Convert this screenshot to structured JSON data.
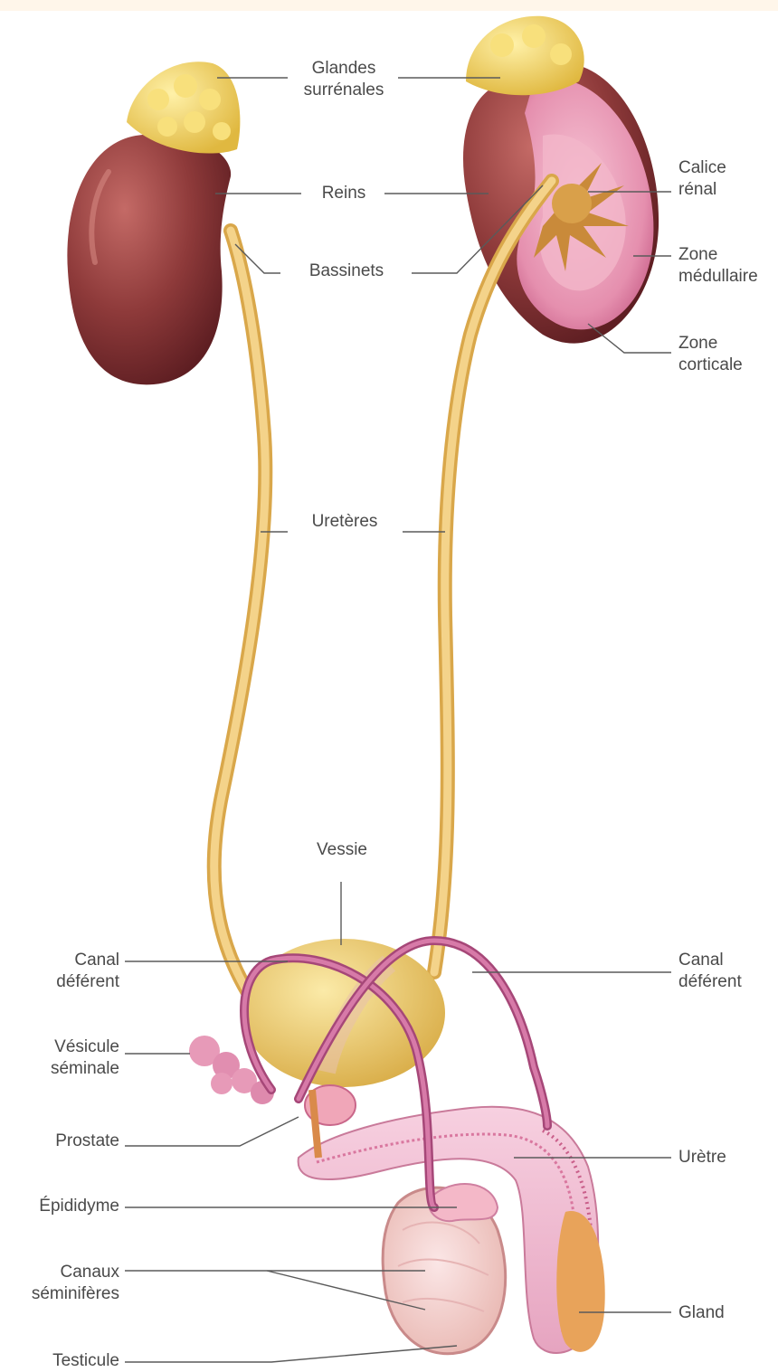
{
  "labels": {
    "glandes_surrenales": "Glandes\nsurrénales",
    "reins": "Reins",
    "bassinets": "Bassinets",
    "calice_renal": "Calice\nrénal",
    "zone_medullaire": "Zone\nmédullaire",
    "zone_corticale": "Zone\ncorticale",
    "ureteres": "Uretères",
    "vessie": "Vessie",
    "canal_deferent_left": "Canal\ndéférent",
    "canal_deferent_right": "Canal\ndéférent",
    "vesicule_seminale": "Vésicule\nséminale",
    "prostate": "Prostate",
    "uretre": "Urètre",
    "epididyme": "Épididyme",
    "canaux_seminiferes": "Canaux\nséminifères",
    "gland": "Gland",
    "testicule": "Testicule"
  },
  "colors": {
    "kidney": "#8e3a3a",
    "adrenal": "#f2d46a",
    "ureter": "#f0c96a",
    "bladder": "#f3d57c",
    "vas_deferens": "#c9679a",
    "penis": "#f2bfd4",
    "leader_line": "#5a5a5a"
  }
}
